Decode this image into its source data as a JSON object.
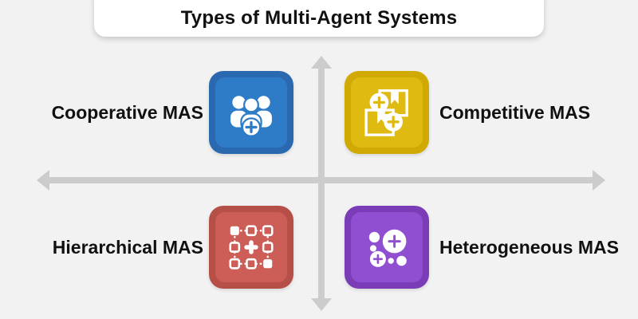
{
  "title": "Types of Multi-Agent Systems",
  "colors": {
    "background": "#f2f2f2",
    "axis": "#cccccc",
    "card": "#ffffff",
    "text": "#111111"
  },
  "quadrants": [
    {
      "position": "top-left",
      "label": "Cooperative MAS",
      "icon": "people-group-plus-icon",
      "outer_color": "#2a69af",
      "inner_color": "#2e7cc7"
    },
    {
      "position": "top-right",
      "label": "Competitive MAS",
      "icon": "award-cards-plus-icon",
      "outer_color": "#d0a902",
      "inner_color": "#dfba10"
    },
    {
      "position": "bottom-left",
      "label": "Hierarchical MAS",
      "icon": "node-grid-plus-icon",
      "outer_color": "#b74f49",
      "inner_color": "#cd5e57"
    },
    {
      "position": "bottom-right",
      "label": "Heterogeneous MAS",
      "icon": "varied-circles-plus-icon",
      "outer_color": "#7a3db7",
      "inner_color": "#8f4fd0"
    }
  ]
}
